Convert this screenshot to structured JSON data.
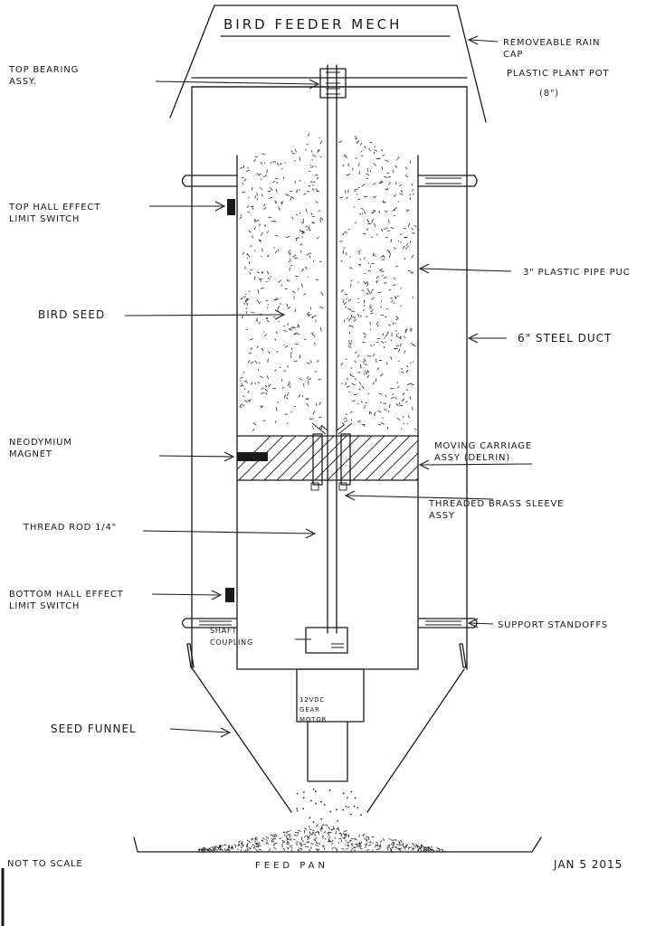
{
  "title": "BIRD FEEDER MECH",
  "labels": {
    "rain_cap": "REMOVEABLE RAIN CAP",
    "plant_pot": "PLASTIC PLANT POT",
    "plant_pot_size": "(8\")",
    "top_bearing": "TOP BEARING ASSY.",
    "top_hall": "TOP HALL EFFECT LIMIT SWITCH",
    "pipe": "3\" PLASTIC PIPE PUC",
    "bird_seed": "BIRD SEED",
    "steel_duct": "6\" STEEL DUCT",
    "magnet": "NEODYMIUM MAGNET",
    "carriage": "MOVING CARRIAGE ASSY (DELRIN)",
    "brass_sleeve": "THREADED BRASS SLEEVE ASSY",
    "thread_rod": "THREAD ROD 1/4\"",
    "bottom_hall": "BOTTOM HALL EFFECT LIMIT SWITCH",
    "standoffs": "SUPPORT STANDOFFS",
    "coupling": "SHAFT COUPLING",
    "motor": "12VDC GEAR MOTOR",
    "funnel": "SEED FUNNEL"
  },
  "footer": {
    "scale_note": "NOT TO SCALE",
    "feed_pan": "FEED PAN",
    "date": "JAN 5 2015"
  },
  "colors": {
    "ink": "#1a1a1a",
    "paper": "#ffffff"
  }
}
